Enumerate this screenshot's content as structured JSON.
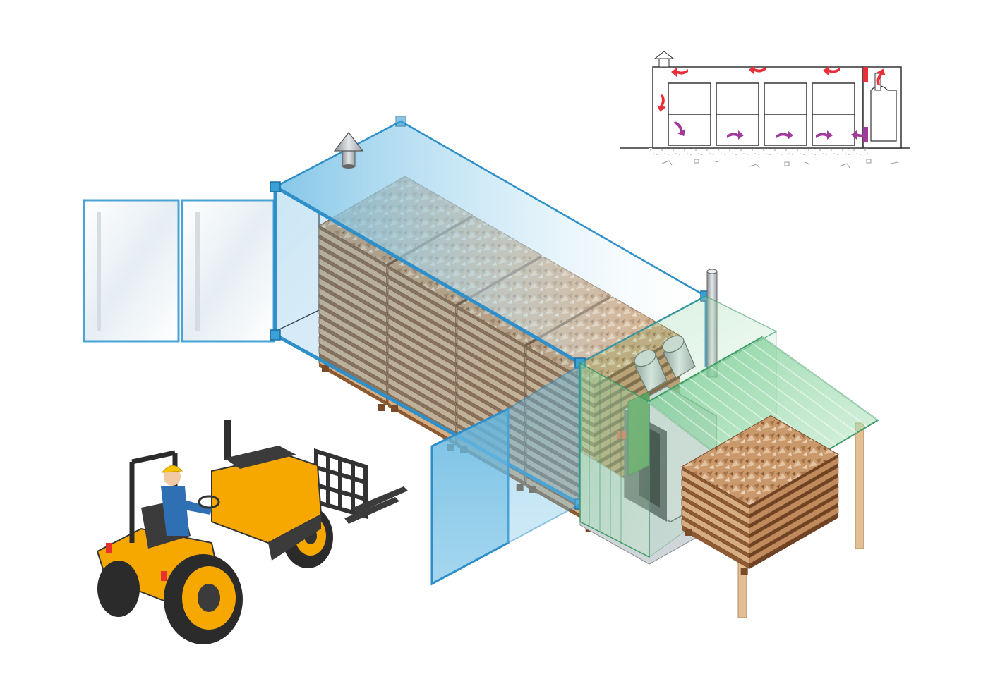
{
  "colors": {
    "background": "#ffffff",
    "container_glass": "#8fcbe6",
    "container_edge": "#2e8fc9",
    "boiler_glass": "#9fd8b0",
    "boiler_edge": "#3f9a66",
    "wood_light": "#d6ac82",
    "wood_dark": "#8e5a32",
    "crate_top": "#c79a72",
    "tractor_body": "#f6a800",
    "tractor_dark": "#3b3b3b",
    "roof_green": "#5fbf7a",
    "post_wood": "#e2bf95",
    "airflow_hot": "#e8303a",
    "airflow_cool": "#a03b9c",
    "schematic_line": "#333333"
  },
  "icons": {
    "roof_vent": "chimney-cap-icon",
    "boiler_chimney": "chimney-pipe-icon",
    "airflow_hot": "red-arrow-icon",
    "airflow_cool": "purple-arrow-icon"
  },
  "diagram": {
    "container_pallet_count": 4,
    "shelter_pallet_count": 1,
    "schematic_compartment_count": 4
  }
}
